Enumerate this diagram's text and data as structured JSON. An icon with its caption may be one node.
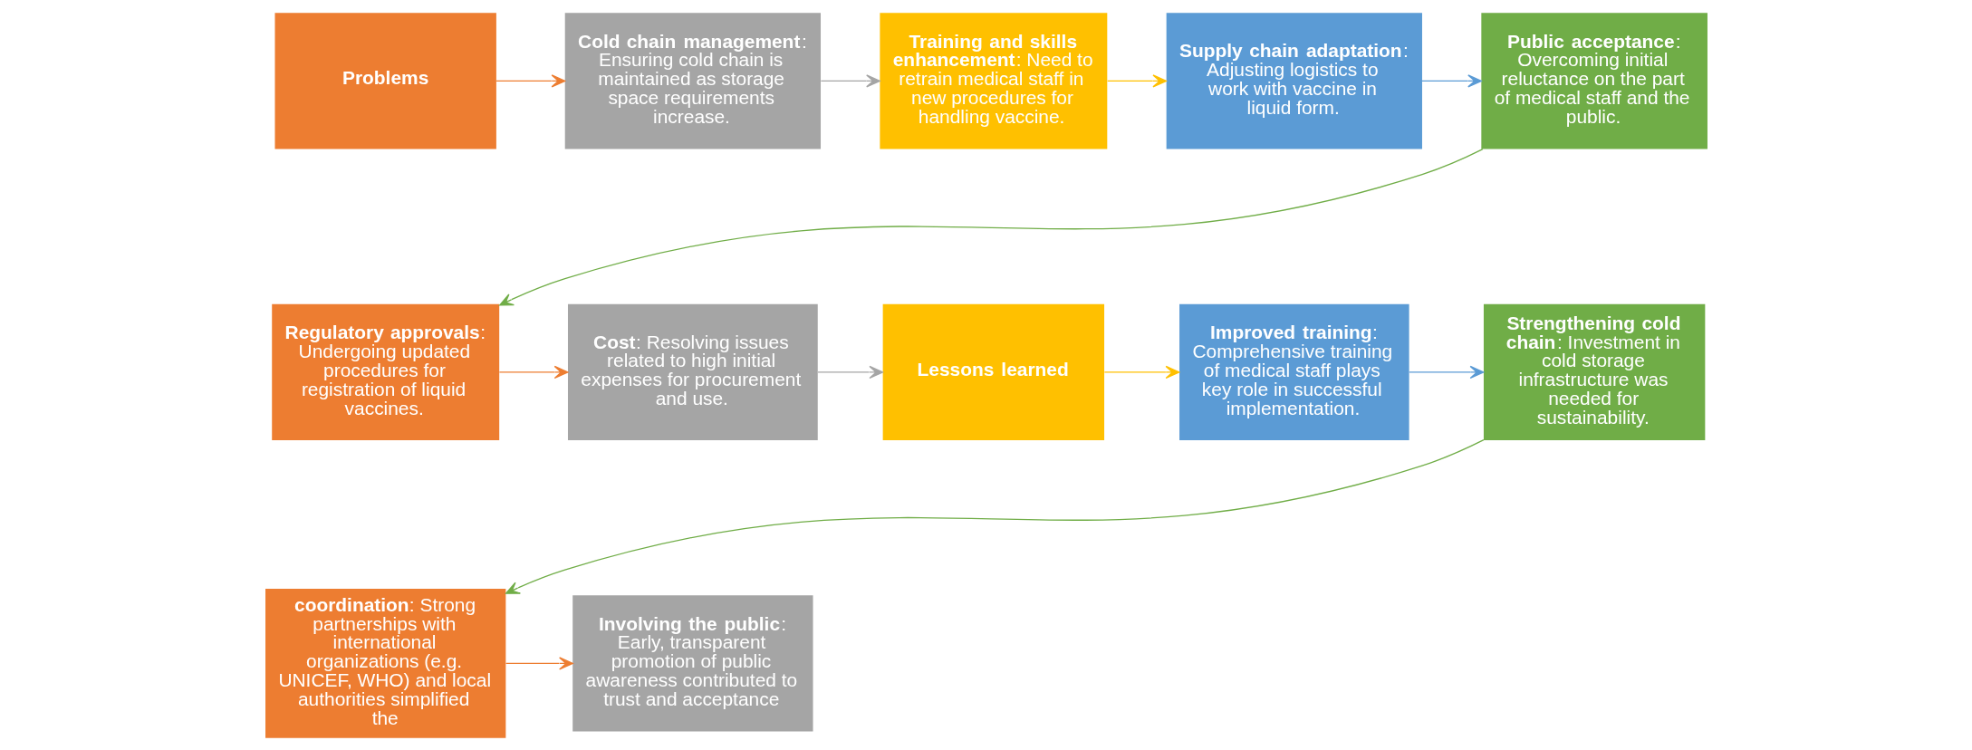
{
  "diagram": {
    "nodes": [
      {
        "text": [
          "**Problems**"
        ]
      },
      {
        "text": [
          "**Cold chain management**: Ensuring cold chain is maintained as storage space requirements increase."
        ]
      },
      {
        "text": [
          "**Training and skills enhancement**: Need to retrain medical staff in new procedures for handling vaccine."
        ]
      },
      {
        "text": [
          "**Supply chain adaptation**: Adjusting logistics to work with vaccine in liquid form."
        ]
      },
      {
        "text": [
          "**Public acceptance**: Overcoming initial reluctance on the part of medical staff and the public."
        ]
      },
      {
        "text": [
          "**Regulatory approvals**: Undergoing updated procedures for registration of liquid vaccines."
        ]
      },
      {
        "text": [
          "**Cost**: Resolving issues related to high initial expenses for procurement and use."
        ]
      },
      {
        "text": [
          "**Lessons learned**"
        ]
      },
      {
        "text": [
          "**Improved training**: Comprehensive training of medical staff plays key role in successful implementation."
        ]
      },
      {
        "text": [
          "**Strengthening cold chain**: Investment in cold storage infrastructure was needed for sustainability."
        ]
      },
      {
        "text": [
          "**coordination**: Strong partnerships with international organizations (e.g. UNICEF, WHO) and local authorities simplified the"
        ]
      },
      {
        "text": [
          "**Involving the public**: Early, transparent promotion of public awareness contributed to trust and acceptance"
        ]
      }
    ],
    "edges": [
      {
        "from": 0,
        "to": 1,
        "arrow": "to"
      },
      {
        "from": 1,
        "to": 2,
        "arrow": "to",
        "color": "#a5a5a5"
      },
      {
        "from": 2,
        "to": 3,
        "arrow": "to",
        "color": "#ffc000"
      },
      {
        "from": 3,
        "to": 4,
        "arrow": "to",
        "color": "#5b9bd5"
      },
      {
        "from": 4,
        "to": 5,
        "arrow": "to",
        "color": "#70ad47"
      },
      {
        "from": 5,
        "to": 6,
        "arrow": "to"
      },
      {
        "from": 6,
        "to": 7,
        "arrow": "to",
        "color": "#a5a5a5"
      },
      {
        "from": 7,
        "to": 8,
        "arrow": "to",
        "color": "#ffc000"
      },
      {
        "from": 8,
        "to": 9,
        "arrow": "to",
        "color": "#5b9bd5"
      },
      {
        "from": 9,
        "to": 10,
        "arrow": "to",
        "color": "#70ad47"
      },
      {
        "from": 10,
        "to": 11,
        "arrow": "to"
      }
    ]
  }
}
